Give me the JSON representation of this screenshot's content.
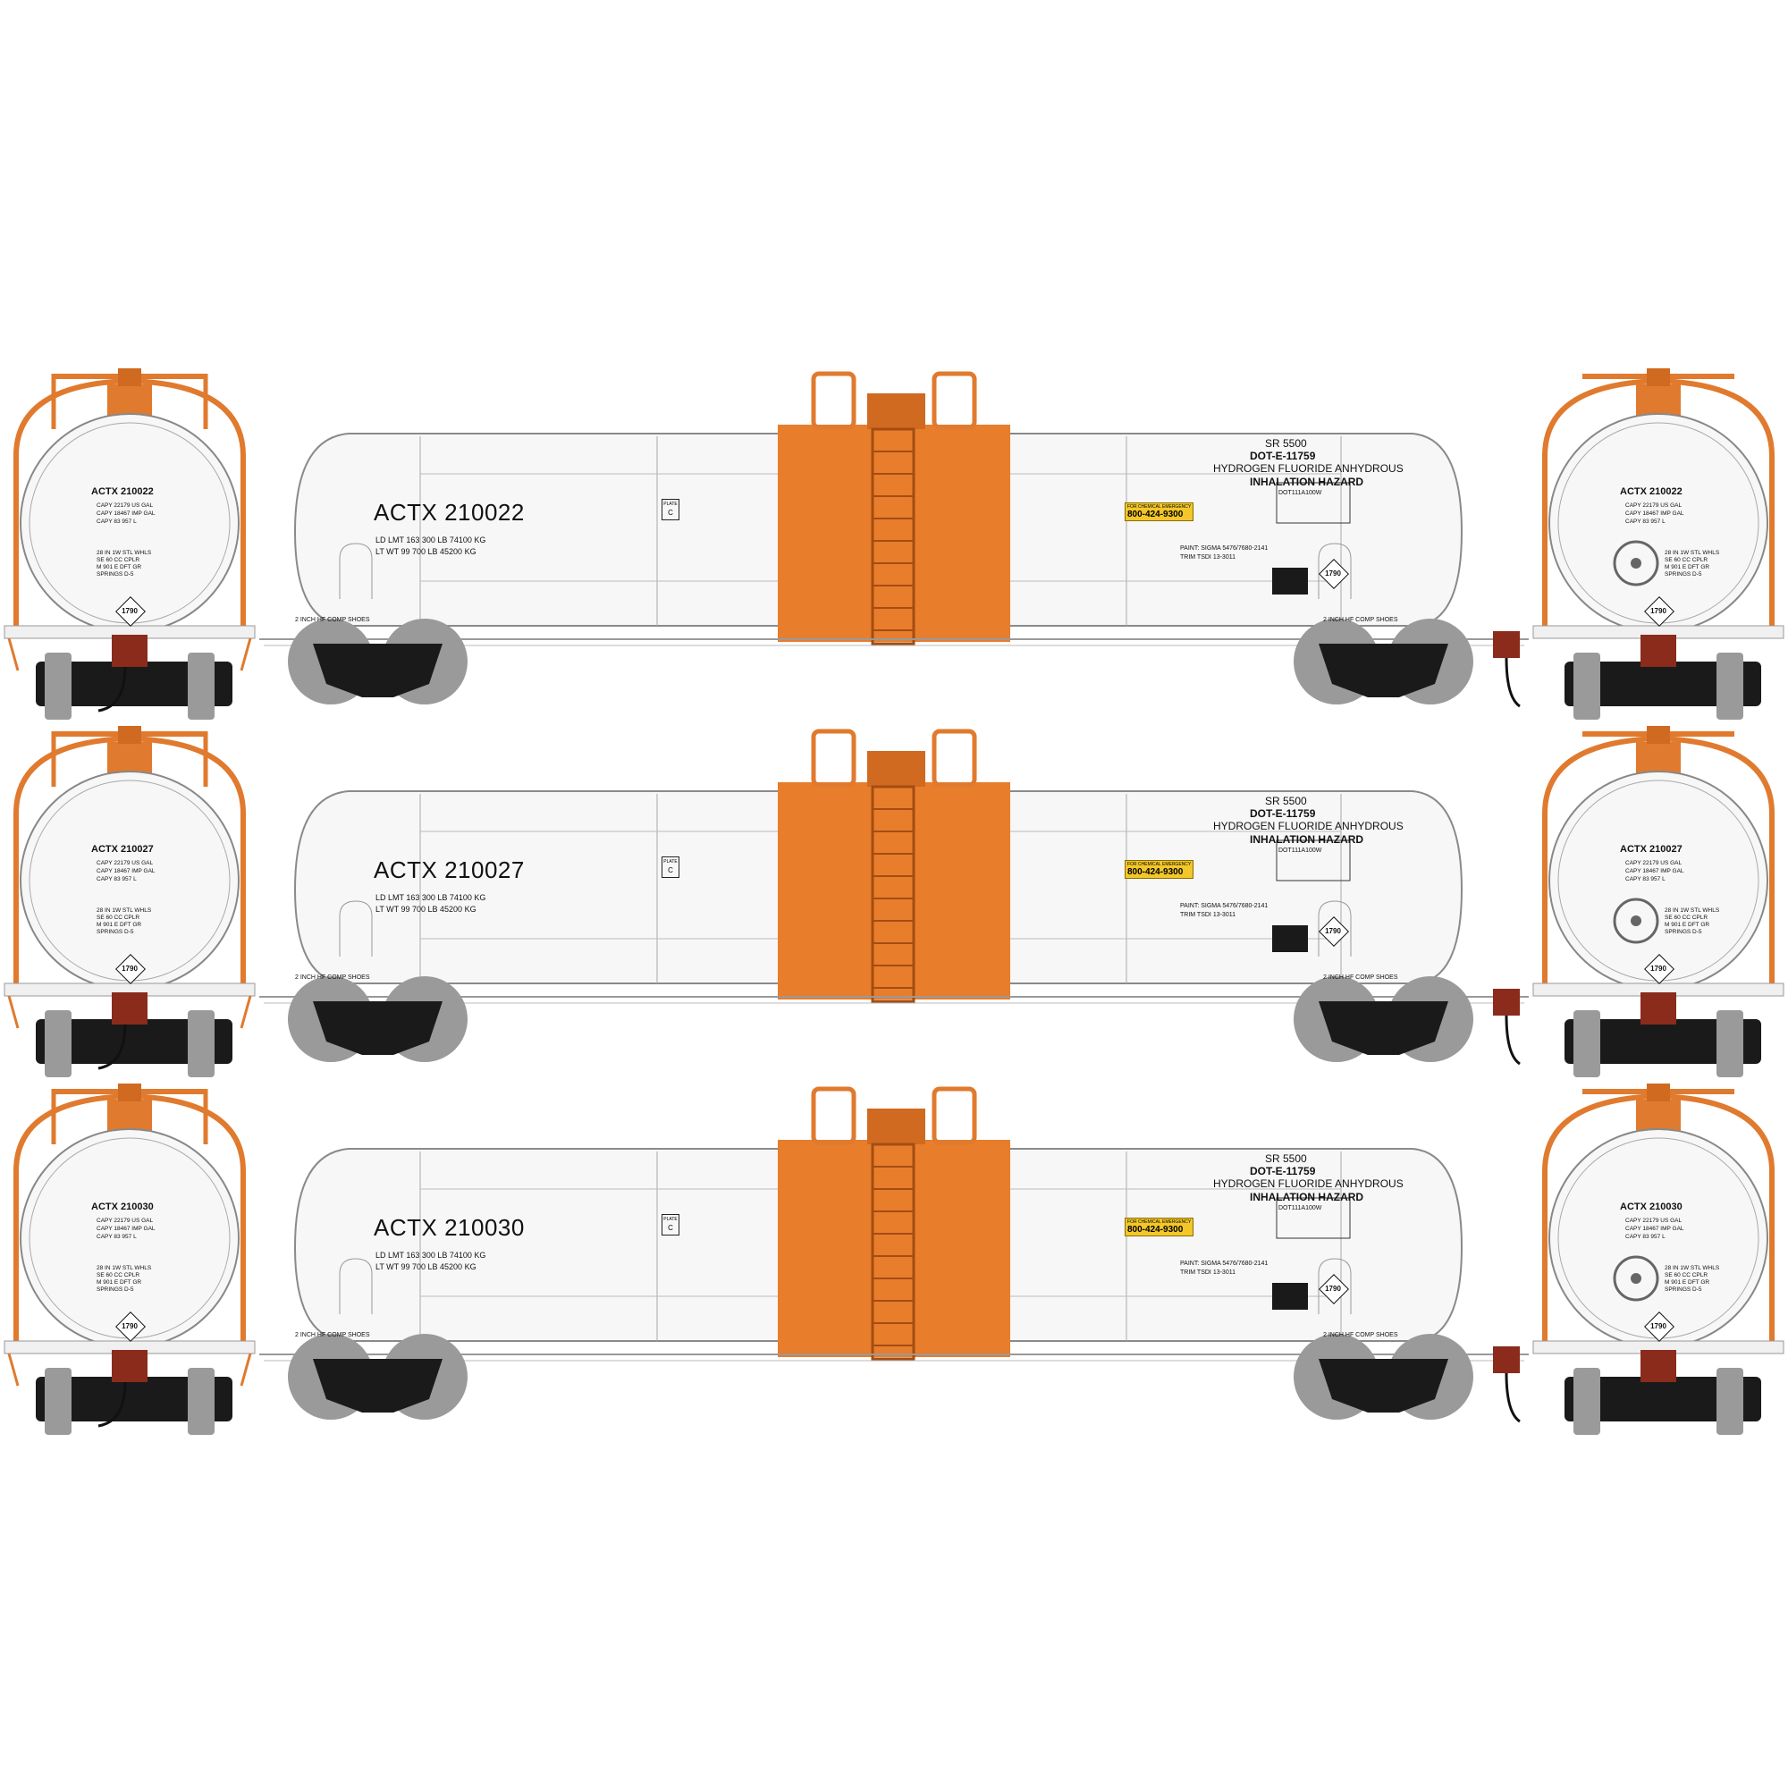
{
  "colors": {
    "tank": "#f7f7f7",
    "outline": "#8a8a8a",
    "band": "#e87d2c",
    "orange_parts": "#e07a2e",
    "truck_black": "#1a1a1a",
    "wheel_grey": "#9a9a9a",
    "coupler": "#8a2b1c",
    "placard_yellow": "#f3c72a"
  },
  "common": {
    "sr": "SR 5500",
    "dot": "DOT-E-11759",
    "commodity": "HYDROGEN FLUORIDE ANHYDROUS",
    "hazard": "INHALATION HAZARD",
    "spec": "DOT111A100W",
    "emergency_line": "FOR CHEMICAL EMERGENCY",
    "phone": "800-424-9300",
    "plate_label": "PLATE",
    "plate_letter": "C",
    "ld_lmt": "LD LMT   163 300 LB   74100 KG",
    "lt_wt": "LT WT     99 700 LB   45200 KG",
    "paint": "PAINT:  SIGMA 5476/7680-2141",
    "trim": "TRIM     TSDI 13-3011",
    "brake_shoes": "2 INCH HF COMP SHOES",
    "placard_number": "1790",
    "capy_us": "CAPY  22179  US GAL",
    "capy_imp": "CAPY  18467  IMP GAL",
    "capy_l": "CAPY  83 957  L",
    "whls": "28 IN 1W STL WHLS",
    "cplr": "SE 60 CC CPLR",
    "gr": "M 901 E DFT GR",
    "springs": "SPRINGS D-5"
  },
  "cars": [
    {
      "reporting_mark": "ACTX 210022"
    },
    {
      "reporting_mark": "ACTX 210027"
    },
    {
      "reporting_mark": "ACTX 210030"
    }
  ]
}
